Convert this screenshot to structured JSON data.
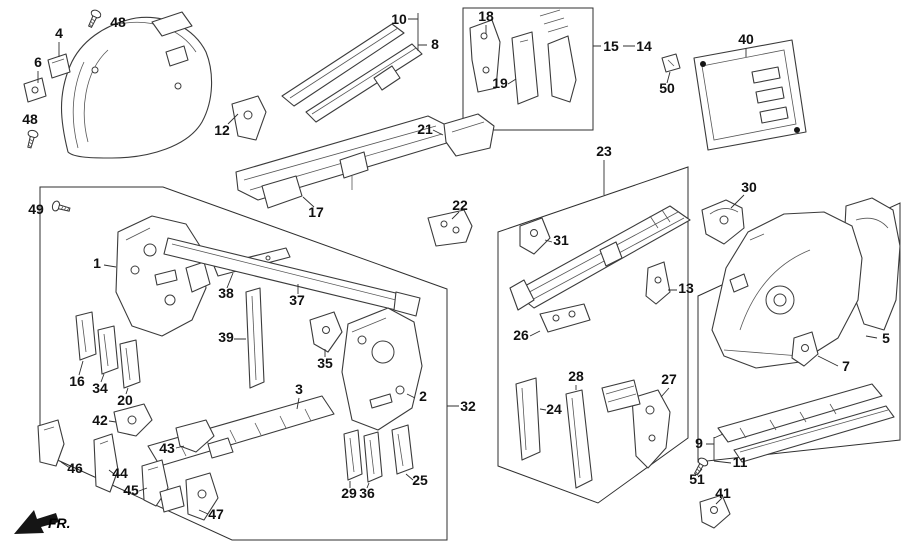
{
  "diagram": {
    "background": "#ffffff",
    "ink": "#2f2f2f",
    "fr": "FR.",
    "labels": {
      "n48a": "48",
      "n4": "4",
      "n6": "6",
      "n48b": "48",
      "n10": "10",
      "n8": "8",
      "n18": "18",
      "n15": "15",
      "n14": "14",
      "n19": "19",
      "n40": "40",
      "n50": "50",
      "n12": "12",
      "n21": "21",
      "n23": "23",
      "n49": "49",
      "n17": "17",
      "n22": "22",
      "n30": "30",
      "n1": "1",
      "n31": "31",
      "n38": "38",
      "n37": "37",
      "n13": "13",
      "n26": "26",
      "n39": "39",
      "n35": "35",
      "n16": "16",
      "n34": "34",
      "n20": "20",
      "n3": "3",
      "n2": "2",
      "n32": "32",
      "n5": "5",
      "n7": "7",
      "n28": "28",
      "n27": "27",
      "n24": "24",
      "n42": "42",
      "n43": "43",
      "n9": "9",
      "n11": "11",
      "n46": "46",
      "n44": "44",
      "n45": "45",
      "n25": "25",
      "n29": "29",
      "n36": "36",
      "n51": "51",
      "n41": "41",
      "n47": "47"
    }
  }
}
